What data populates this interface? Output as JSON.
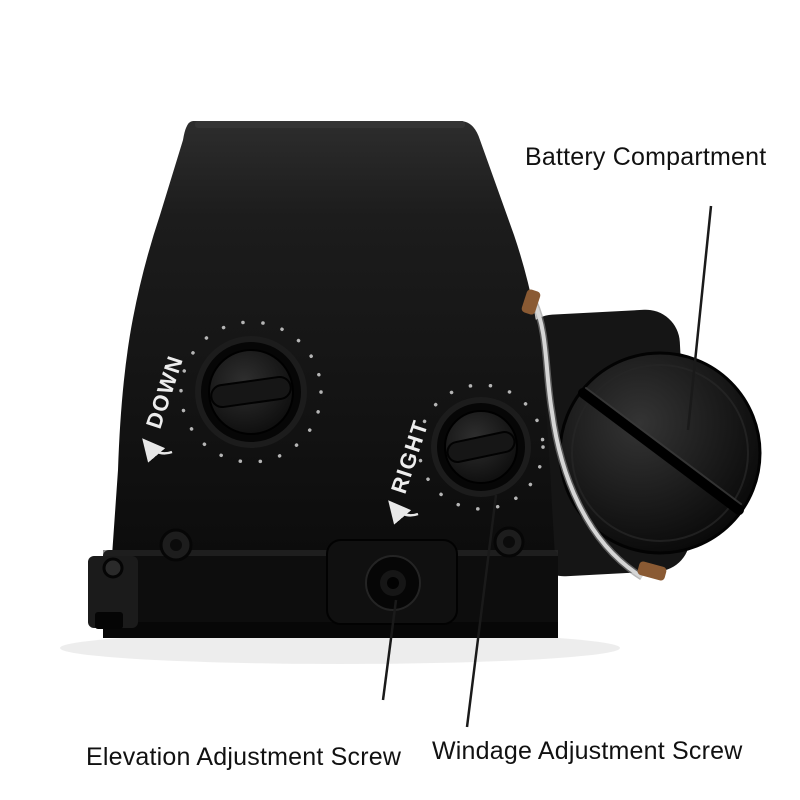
{
  "annotations": {
    "battery": {
      "label": "Battery Compartment"
    },
    "elevation": {
      "label": "Elevation Adjustment Screw"
    },
    "windage": {
      "label": "Windage Adjustment Screw"
    }
  },
  "markings": {
    "down": "DOWN",
    "right": "RIGHT"
  },
  "colors": {
    "background": "#ffffff",
    "body": "#181818",
    "base": "#0d0d0d",
    "knob": "#0a0a0a",
    "dot_ring": "#b5b5b5",
    "marking_text": "#ededed",
    "lanyard": "#d6d6d6",
    "clip": "#8a5a33",
    "callout_line": "#1a1a1a",
    "label_text": "#111111"
  }
}
